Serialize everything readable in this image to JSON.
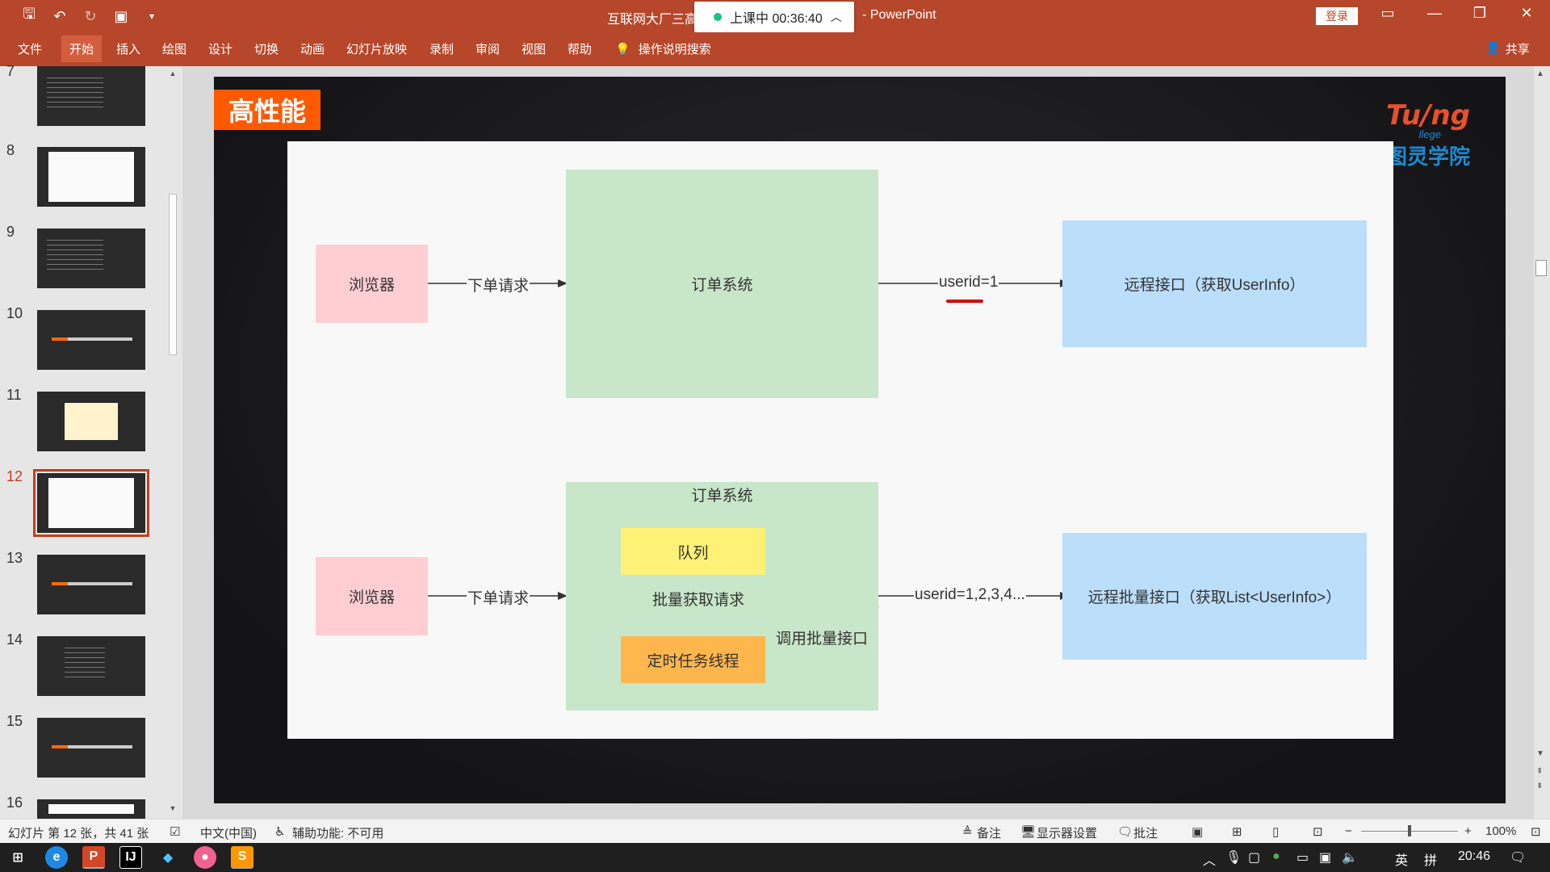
{
  "window": {
    "doc_title": "互联网大厂三高",
    "app_name": "- PowerPoint",
    "login_label": "登录",
    "class_timer": "上课中 00:36:40"
  },
  "quick_access": [
    "save-icon",
    "undo-icon",
    "redo-icon",
    "present-icon",
    "customize-icon"
  ],
  "ribbon_tabs": [
    "文件",
    "开始",
    "插入",
    "绘图",
    "设计",
    "切换",
    "动画",
    "幻灯片放映",
    "录制",
    "审阅",
    "视图",
    "帮助"
  ],
  "active_tab": "开始",
  "tell_me": "操作说明搜索",
  "share_label": "共享",
  "thumbnails": {
    "numbers": [
      "7",
      "8",
      "9",
      "10",
      "11",
      "12",
      "13",
      "14",
      "15",
      "16"
    ],
    "selected": "12"
  },
  "slide": {
    "title": "高性能",
    "brand_en": "Tu/ng",
    "brand_sub": "llege",
    "brand_cn": "图灵学院",
    "diagram_top": {
      "browser": "浏览器",
      "req_label": "下单请求",
      "order_system": "订单系统",
      "userid_label": "userid=1",
      "remote": "远程接口（获取UserInfo）"
    },
    "diagram_bottom": {
      "browser": "浏览器",
      "req_label": "下单请求",
      "order_system": "订单系统",
      "queue": "队列",
      "batch_label": "批量获取请求",
      "task_thread": "定时任务线程",
      "call_batch": "调用批量接口",
      "userid_label": "userid=1,2,3,4...",
      "remote_batch": "远程批量接口（获取List<UserInfo>）"
    }
  },
  "status": {
    "slide_info": "幻灯片 第 12 张，共 41 张",
    "language": "中文(中国)",
    "accessibility": "辅助功能: 不可用",
    "notes": "备注",
    "display_settings": "显示器设置",
    "comments": "批注",
    "zoom": "100%"
  },
  "taskbar": {
    "ime": "英",
    "ime2": "拼",
    "clock": "20:46"
  }
}
